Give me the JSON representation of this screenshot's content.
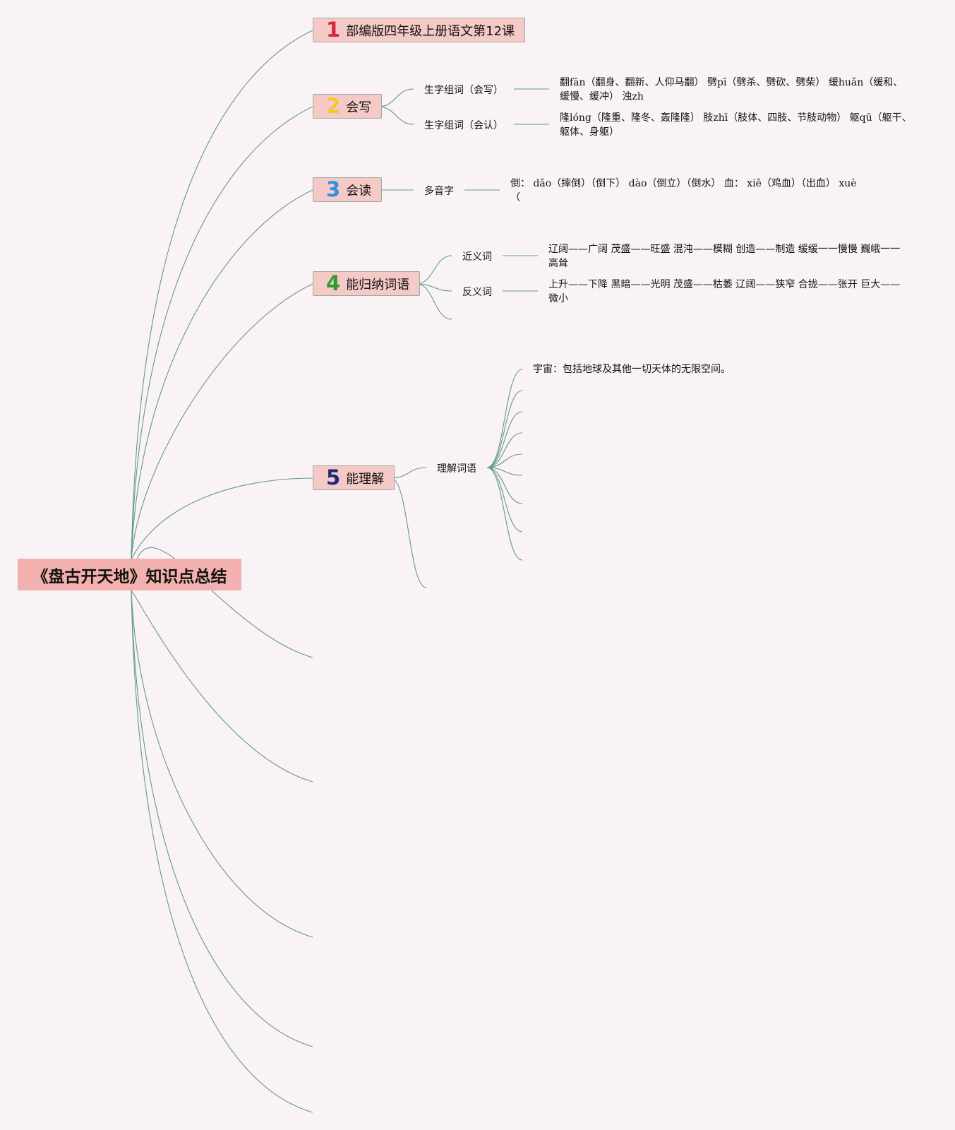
{
  "root": {
    "title": "《盘古开天地》知识点总结"
  },
  "topics": [
    {
      "num": "1",
      "num_color": "#d6283c",
      "label": "部编版四年级上册语文第12课"
    },
    {
      "num": "2",
      "num_color": "#f2c830",
      "label": "会写"
    },
    {
      "num": "3",
      "num_color": "#2f8fe0",
      "label": "会读"
    },
    {
      "num": "4",
      "num_color": "#2f9a2f",
      "label": "能归纳词语"
    },
    {
      "num": "5",
      "num_color": "#1b2a7a",
      "label": "能理解"
    }
  ],
  "subtopics": {
    "write_words": "生字组词（会写）",
    "read_words": "生字组词（会认）",
    "polyphone": "多音字",
    "synonyms": "近义词",
    "antonyms": "反义词",
    "understand_words": "理解词语"
  },
  "leaves": {
    "write_words": "翻fān（翻身、翻新、人仰马翻） 劈pī（劈杀、劈砍、劈柴） 缓huǎn（缓和、缓慢、缓冲） 浊zh",
    "read_words": "隆lóng（隆重、隆冬、轰隆隆） 肢zhī（肢体、四肢、节肢动物） 躯qū（躯干、躯体、身躯）",
    "polyphone": "倒：  dǎo（摔倒）（倒下） dào（倒立）（倒水） 血：  xiě（鸡血）（出血） xuè（",
    "synonyms": "辽阔——广阔 茂盛——旺盛 混沌——模糊 创造——制造 缓缓一一慢慢  巍峨一一高耸",
    "antonyms": "上升——下降 黑暗——光明 茂盛——枯萎 辽阔——狭窄 合拢——张开 巨大——微小",
    "universe": "宇宙：包括地球及其他一切天体的无限空间。"
  },
  "colors": {
    "background": "#faf3f5",
    "connector": "#5f9a8a",
    "root_fill": "#f2b0ae",
    "topic_fill": "#f4c9c6"
  }
}
